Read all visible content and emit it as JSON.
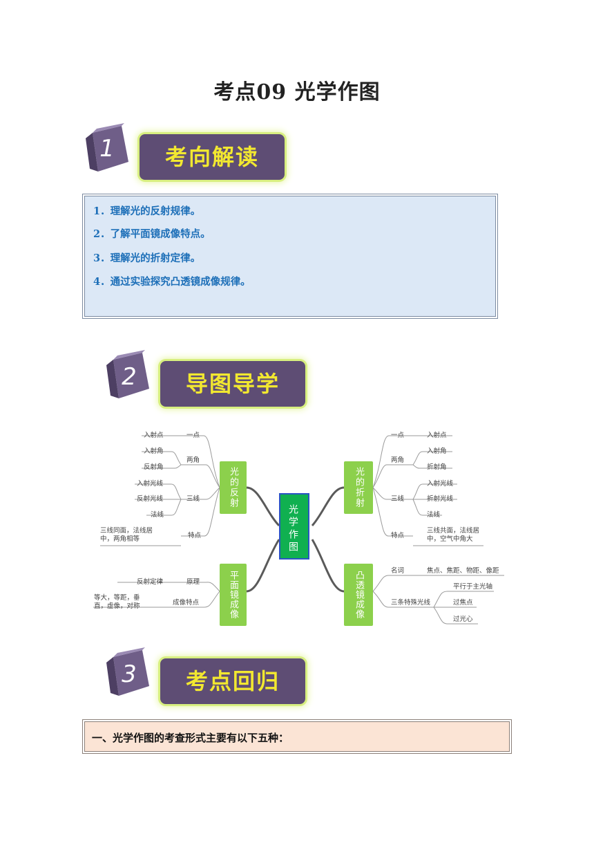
{
  "page": {
    "title": "考点09 光学作图"
  },
  "sections": [
    {
      "number": "1",
      "label": "考向解读"
    },
    {
      "number": "2",
      "label": "导图导学"
    },
    {
      "number": "3",
      "label": "考点回归"
    }
  ],
  "objectives": [
    "1．理解光的反射规律。",
    "2．了解平面镜成像特点。",
    "3．理解光的折射定律。",
    "4．通过实验探究凸透镜成像规律。"
  ],
  "mindmap": {
    "center": "光学作图",
    "reflection": {
      "title": "光的反射",
      "one_point": "一点",
      "incidence_point": "入射点",
      "two_angles": "两角",
      "incidence_angle": "入射角",
      "reflection_angle": "反射角",
      "three_lines": "三线",
      "incident_ray": "入射光线",
      "reflected_ray": "反射光线",
      "normal": "法线",
      "features": "特点",
      "features_text": "三线同面，法线居中，两角相等"
    },
    "refraction": {
      "title": "光的折射",
      "one_point": "一点",
      "incidence_point": "入射点",
      "two_angles": "两角",
      "incidence_angle": "入射角",
      "refraction_angle": "折射角",
      "three_lines": "三线",
      "incident_ray": "入射光线",
      "refracted_ray": "折射光线",
      "normal": "法线",
      "features": "特点",
      "features_text": "三线共面，法线居中，空气中角大"
    },
    "plane_mirror": {
      "title": "平面镜成像",
      "principle": "原理",
      "principle_value": "反射定律",
      "imaging": "成像特点",
      "imaging_value": "等大，等距，垂直，虚像，对称"
    },
    "convex_lens": {
      "title": "凸透镜成像",
      "terms": "名词",
      "terms_value": "焦点、焦距、物距、像距",
      "special_rays": "三条特殊光线",
      "ray1": "平行于主光轴",
      "ray2": "过焦点",
      "ray3": "过光心"
    }
  },
  "review": {
    "heading": "一、光学作图的考查形式主要有以下五种："
  }
}
